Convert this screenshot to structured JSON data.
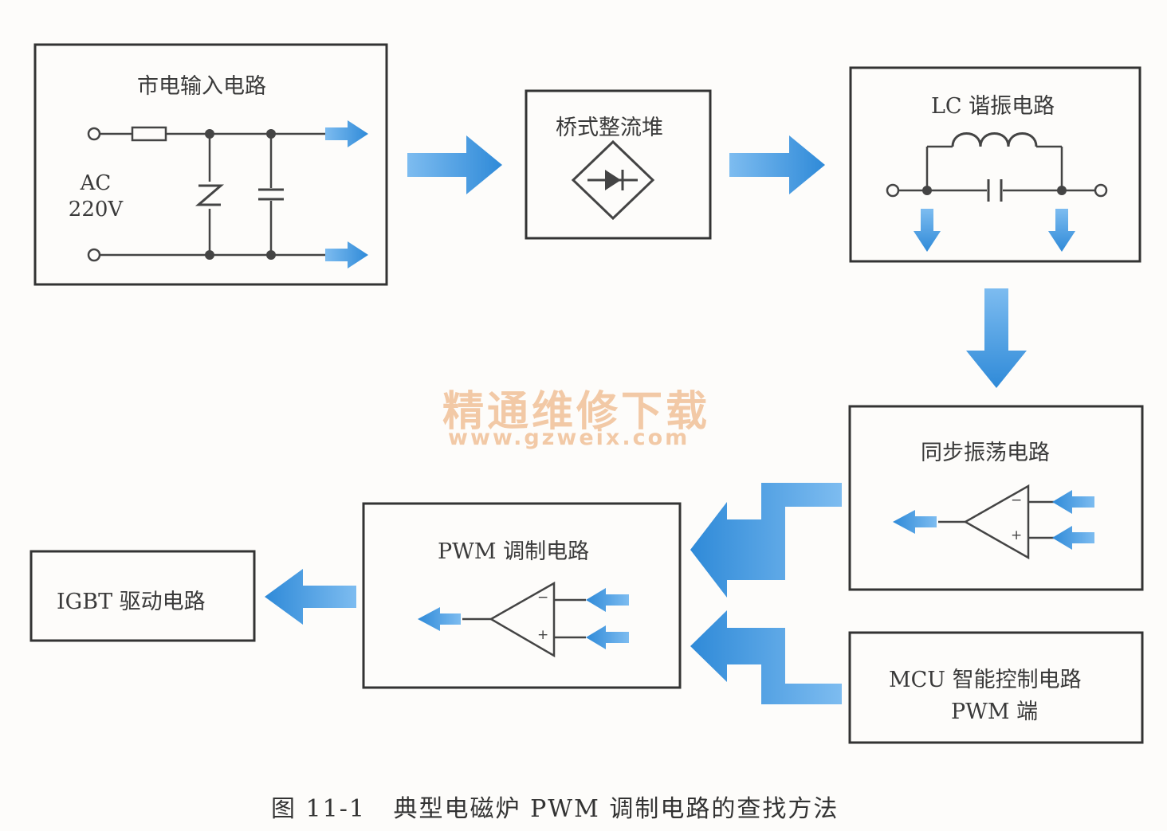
{
  "colors": {
    "arrow": "#3d97e0",
    "line": "#444444",
    "box": "#333333",
    "watermark": "#f2c9a6"
  },
  "blocks": {
    "mains": {
      "title": "市电输入电路",
      "ac_label": "AC",
      "voltage_label": "220V"
    },
    "bridge": {
      "title": "桥式整流堆"
    },
    "lc": {
      "title": "LC 谐振电路"
    },
    "sync": {
      "title": "同步振荡电路"
    },
    "pwm": {
      "title": "PWM 调制电路"
    },
    "igbt": {
      "title": "IGBT 驱动电路"
    },
    "mcu": {
      "title_line1": "MCU 智能控制电路",
      "title_line2": "PWM 端"
    }
  },
  "opamp": {
    "minus": "−",
    "plus": "+"
  },
  "watermark": {
    "line1": "精通维修下载",
    "line2": "www.gzweix.com"
  },
  "caption": "图 11-1   典型电磁炉 PWM 调制电路的查找方法"
}
